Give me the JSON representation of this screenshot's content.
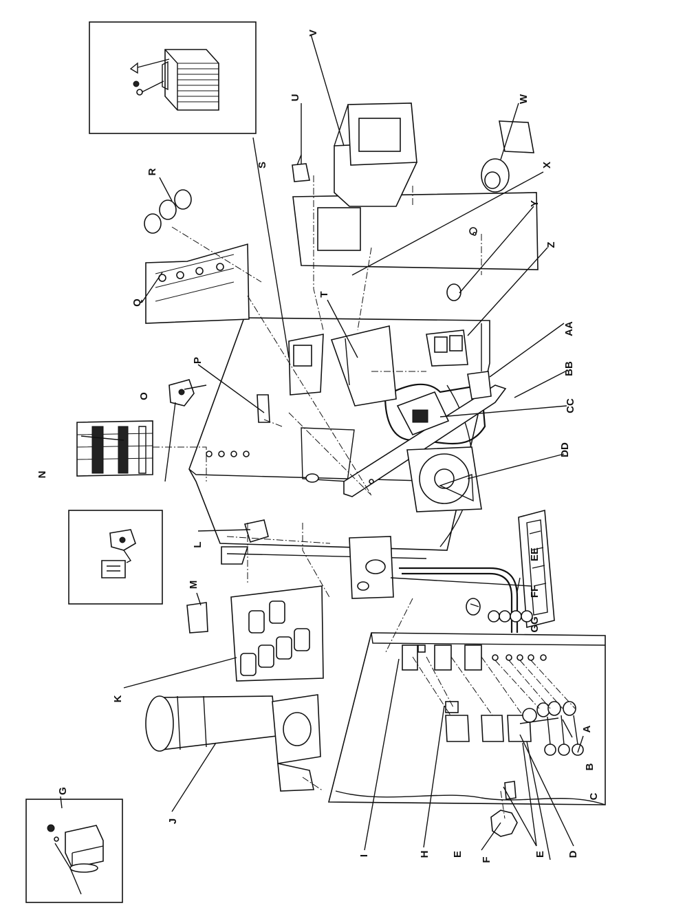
{
  "callouts": [
    {
      "id": "A",
      "text": "A"
    },
    {
      "id": "B",
      "text": "B"
    },
    {
      "id": "C",
      "text": "C"
    },
    {
      "id": "D",
      "text": "D"
    },
    {
      "id": "E1",
      "text": "E"
    },
    {
      "id": "E2",
      "text": "E"
    },
    {
      "id": "F",
      "text": "F"
    },
    {
      "id": "G",
      "text": "G"
    },
    {
      "id": "H",
      "text": "H"
    },
    {
      "id": "I",
      "text": "I"
    },
    {
      "id": "J",
      "text": "J"
    },
    {
      "id": "K",
      "text": "K"
    },
    {
      "id": "L",
      "text": "L"
    },
    {
      "id": "M",
      "text": "M"
    },
    {
      "id": "N",
      "text": "N"
    },
    {
      "id": "O",
      "text": "O"
    },
    {
      "id": "P",
      "text": "P"
    },
    {
      "id": "Q",
      "text": "Q"
    },
    {
      "id": "R",
      "text": "R"
    },
    {
      "id": "S",
      "text": "S"
    },
    {
      "id": "T",
      "text": "T"
    },
    {
      "id": "U",
      "text": "U"
    },
    {
      "id": "V",
      "text": "V"
    },
    {
      "id": "W",
      "text": "W"
    },
    {
      "id": "X",
      "text": "X"
    },
    {
      "id": "Y",
      "text": "Y"
    },
    {
      "id": "Z",
      "text": "Z"
    },
    {
      "id": "AA",
      "text": "AA"
    },
    {
      "id": "BB",
      "text": "BB"
    },
    {
      "id": "CC",
      "text": "CC"
    },
    {
      "id": "DD",
      "text": "DD"
    },
    {
      "id": "EE",
      "text": "EE"
    },
    {
      "id": "FF",
      "text": "FF"
    },
    {
      "id": "GG",
      "text": "GG"
    }
  ]
}
